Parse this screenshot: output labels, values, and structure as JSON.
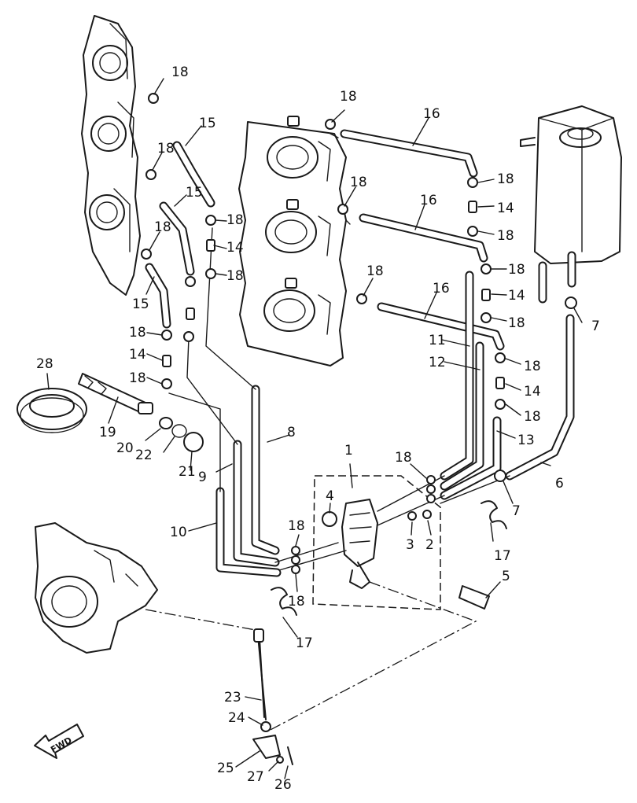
{
  "diagram": {
    "callouts": [
      "1",
      "2",
      "3",
      "4",
      "5",
      "6",
      "7",
      "8",
      "9",
      "10",
      "11",
      "12",
      "13",
      "14",
      "15",
      "16",
      "17",
      "18",
      "19",
      "20",
      "21",
      "22",
      "23",
      "24",
      "25",
      "26",
      "27",
      "28"
    ],
    "direction_tag": "FWD",
    "ink": "#1a1a1a",
    "paper": "#ffffff"
  }
}
